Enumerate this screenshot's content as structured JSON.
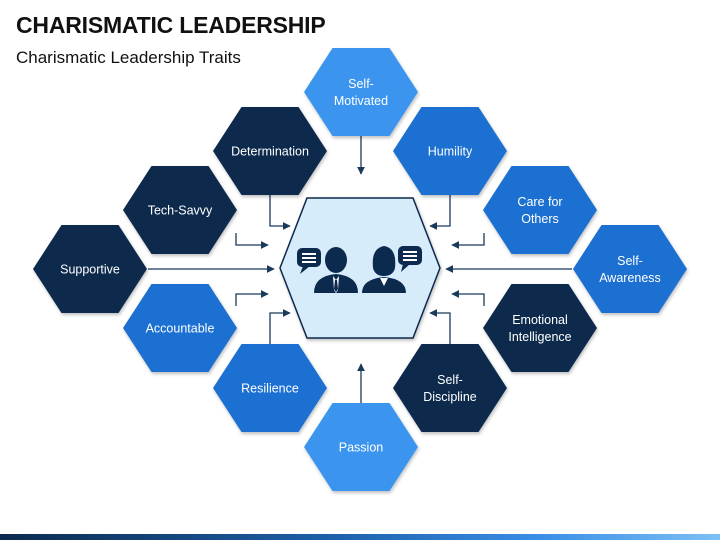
{
  "header": {
    "title": "CHARISMATIC LEADERSHIP",
    "subtitle": "Charismatic Leadership Traits"
  },
  "center": {
    "icons": [
      "speech-bubble-icon",
      "businessman-icon",
      "businesswoman-icon",
      "speech-bubble-icon"
    ]
  },
  "traits": [
    {
      "id": "self-motivated",
      "lines": [
        "Self-",
        "Motivated"
      ],
      "tone": "light"
    },
    {
      "id": "determination",
      "lines": [
        "Determination"
      ],
      "tone": "dark"
    },
    {
      "id": "humility",
      "lines": [
        "Humility"
      ],
      "tone": "medium"
    },
    {
      "id": "tech-savvy",
      "lines": [
        "Tech-Savvy"
      ],
      "tone": "dark"
    },
    {
      "id": "care-for-others",
      "lines": [
        "Care for",
        "Others"
      ],
      "tone": "medium"
    },
    {
      "id": "supportive",
      "lines": [
        "Supportive"
      ],
      "tone": "dark"
    },
    {
      "id": "self-awareness",
      "lines": [
        "Self-",
        "Awareness"
      ],
      "tone": "medium"
    },
    {
      "id": "accountable",
      "lines": [
        "Accountable"
      ],
      "tone": "medium"
    },
    {
      "id": "emotional-intelligence",
      "lines": [
        "Emotional",
        "Intelligence"
      ],
      "tone": "dark"
    },
    {
      "id": "resilience",
      "lines": [
        "Resilience"
      ],
      "tone": "medium"
    },
    {
      "id": "self-discipline",
      "lines": [
        "Self-",
        "Discipline"
      ],
      "tone": "dark"
    },
    {
      "id": "passion",
      "lines": [
        "Passion"
      ],
      "tone": "light"
    }
  ],
  "colors": {
    "dark": "#0b2a4e",
    "medium": "#1f6fd1",
    "light": "#3a95ee",
    "center_fill": "#d7ecfb",
    "center_stroke": "#0b2a4e",
    "connector": "#1a3a5c",
    "icon": "#0b2a4e"
  }
}
